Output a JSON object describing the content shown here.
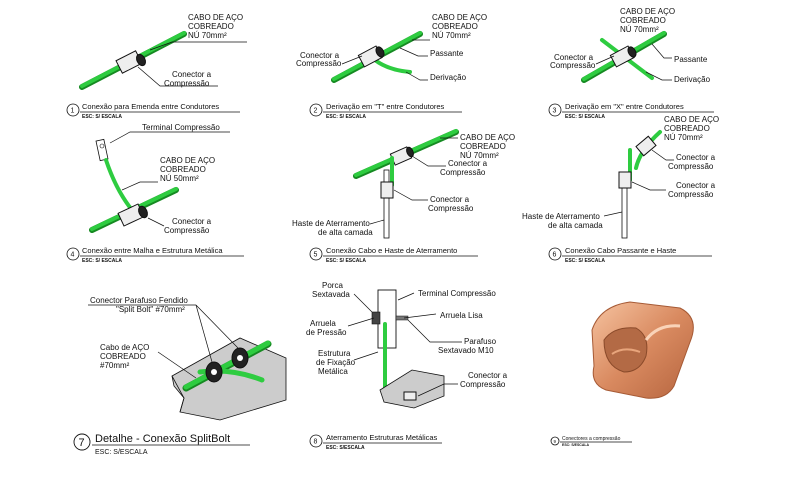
{
  "colors": {
    "cable": "#2ecc40",
    "cable_dark": "#168a22",
    "copper": "#c87850",
    "copper_light": "#f0b48f"
  },
  "details": {
    "d1": {
      "num": "1",
      "caption": "Conexão para Emenda entre Condutores",
      "scale": "ESC: S/ ESCALA",
      "cable_label": [
        "CABO DE AÇO",
        "COBREADO",
        "NÚ 70mm²"
      ],
      "connector_label": [
        "Conector a",
        "Compressão"
      ]
    },
    "d2": {
      "num": "2",
      "caption": "Derivação em \"T\" entre Condutores",
      "scale": "ESC: S/ ESCALA",
      "cable_label": [
        "CABO DE AÇO",
        "COBREADO",
        "NÚ 70mm²"
      ],
      "connector_label": [
        "Conector a",
        "Compressão"
      ],
      "passante": "Passante",
      "derivacao": "Derivação"
    },
    "d3": {
      "num": "3",
      "caption": "Derivação em \"X\" entre Condutores",
      "scale": "ESC: S/ ESCALA",
      "cable_label": [
        "CABO DE AÇO",
        "COBREADO",
        "NÚ 70mm²"
      ],
      "connector_label": [
        "Conector a",
        "Compressão"
      ],
      "passante": "Passante",
      "derivacao": "Derivação"
    },
    "d4": {
      "num": "4",
      "caption": "Conexão entre Malha e Estrutura Metálica",
      "scale": "ESC: S/ ESCALA",
      "terminal": "Terminal Compressão",
      "cable_label": [
        "CABO DE AÇO",
        "COBREADO",
        "NÚ 50mm²"
      ],
      "connector_label": [
        "Conector a",
        "Compressão"
      ]
    },
    "d5": {
      "num": "5",
      "caption": "Conexão Cabo e Haste de Aterramento",
      "scale": "ESC: S/ ESCALA",
      "cable_label": [
        "CABO DE AÇO",
        "COBREADO",
        "NÚ 70mm²"
      ],
      "connector_label_a": [
        "Conector a",
        "Compressão"
      ],
      "connector_label_b": [
        "Conector a",
        "Compressão"
      ],
      "haste": [
        "Haste de Aterramento",
        "de alta camada"
      ]
    },
    "d6": {
      "num": "6",
      "caption": "Conexão Cabo Passante e Haste",
      "scale": "ESC: S/ ESCALA",
      "cable_label": [
        "CABO DE AÇO",
        "COBREADO",
        "NÚ 70mm²"
      ],
      "connector_label_a": [
        "Conector a",
        "Compressão"
      ],
      "connector_label_b": [
        "Conector a",
        "Compressão"
      ],
      "haste": [
        "Haste de Aterramento",
        "de alta camada"
      ]
    },
    "d7": {
      "num": "7",
      "caption": "Detalhe - Conexão SplitBolt",
      "scale": "ESC: S/ESCALA",
      "bolt_label": [
        "Conector Parafuso Fendido",
        "\"Split Bolt\" #70mm²"
      ],
      "cable_label": [
        "Cabo de AÇO",
        "COBREADO",
        "#70mm²"
      ]
    },
    "d8": {
      "num": "8",
      "caption": "Aterramento Estruturas Metálicas",
      "scale": "ESC: S/ESCALA",
      "porca": [
        "Porca",
        "Sextavada"
      ],
      "terminal": "Terminal Compressão",
      "arruela_pressao": [
        "Arruela",
        "de Pressão"
      ],
      "arruela_lisa": "Arruela Lisa",
      "parafuso": [
        "Parafuso",
        "Sextavado M10"
      ],
      "estrutura": [
        "Estrutura",
        "de Fixação",
        "Metálica"
      ],
      "connector_label": [
        "Conector a",
        "Compressão"
      ]
    },
    "d9": {
      "num": "9",
      "caption": "Conectores a compressão",
      "scale": "ESC: S/ESCALA"
    }
  }
}
